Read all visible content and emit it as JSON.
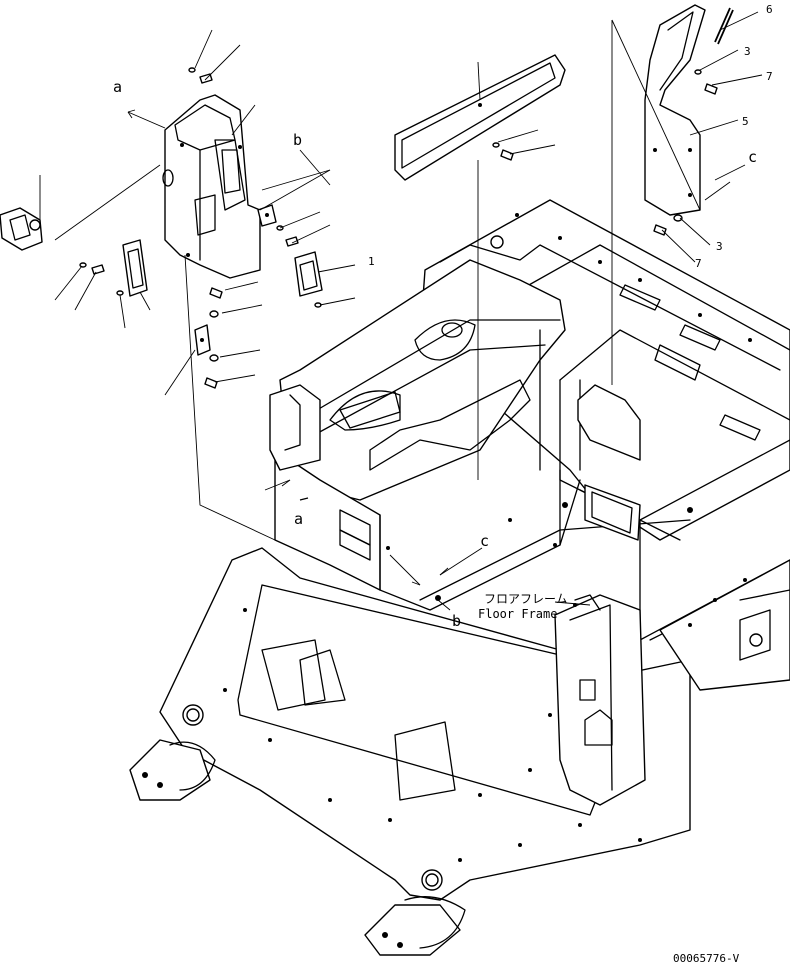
{
  "callouts": {
    "a_top": "a",
    "a_mid": "a",
    "b_top": "b",
    "b_mid": "b",
    "c_top": "c",
    "c_mid": "c",
    "n6": "6",
    "n3a": "3",
    "n7a": "7",
    "n5": "5",
    "n3b": "3",
    "n7b": "7",
    "n1": "1"
  },
  "floor_frame_jp": "フロアフレーム",
  "floor_frame_en": "Floor Frame",
  "drawing_number": "00065776-V"
}
